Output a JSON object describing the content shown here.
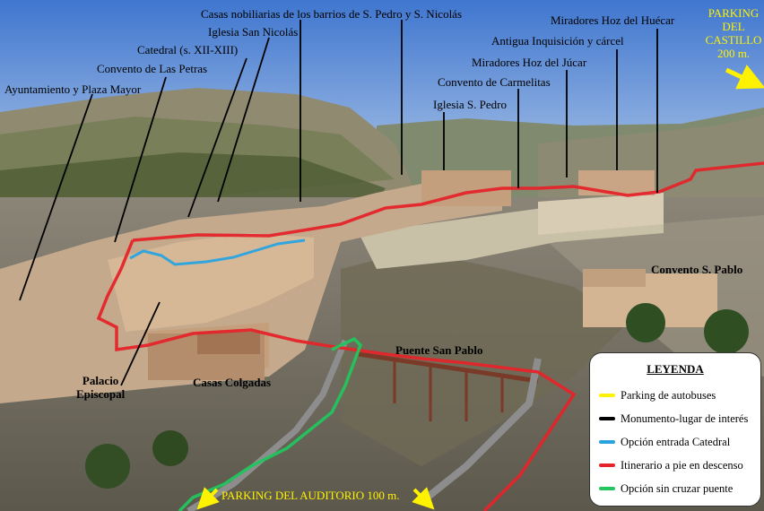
{
  "labels": {
    "ayuntamiento": "Ayuntamiento y Plaza Mayor",
    "petras": "Convento de Las Petras",
    "catedral": "Catedral (s. XII-XIII)",
    "nicolas": "Iglesia San Nicolás",
    "casas_nobiliarias": "Casas nobiliarias de los barrios de S. Pedro y S. Nicolás",
    "pedro": "Iglesia S. Pedro",
    "carmelitas": "Convento de Carmelitas",
    "jucar": "Miradores Hoz del Júcar",
    "inquisicion": "Antigua Inquisición y cárcel",
    "huecar": "Miradores Hoz del Huécar",
    "convento_pablo": "Convento S. Pablo",
    "puente": "Puente San Pablo",
    "casas_colgadas": "Casas Colgadas",
    "palacio_line1": "Palacio",
    "palacio_line2": "Episcopal"
  },
  "parking": {
    "castillo_line1": "PARKING",
    "castillo_line2": "DEL",
    "castillo_line3": "CASTILLO",
    "castillo_line4": "200 m.",
    "auditorio": "PARKING DEL AUDITORIO 100 m."
  },
  "legend": {
    "title": "LEYENDA",
    "items": [
      {
        "label": "Parking de autobuses",
        "color": "#fff200"
      },
      {
        "label": "Monumento-lugar de interés",
        "color": "#000000"
      },
      {
        "label": "Opción entrada Catedral",
        "color": "#29a3e0"
      },
      {
        "label": "Itinerario a pie en descenso",
        "color": "#e5242a"
      },
      {
        "label": "Opción sin cruzar puente",
        "color": "#22c55e"
      }
    ]
  },
  "colors": {
    "sky": "#5f8fd6",
    "route_red": "#e5242a",
    "route_blue": "#29a3e0",
    "route_green": "#22c55e",
    "parking_yellow": "#fff200"
  }
}
